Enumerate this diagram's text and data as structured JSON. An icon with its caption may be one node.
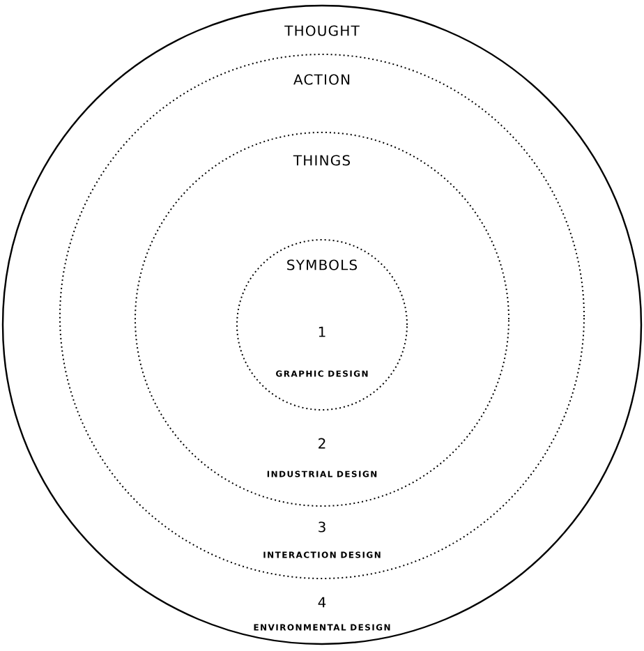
{
  "diagram": {
    "nodes": [
      {
        "text": [
          "THOUGHT",
          "4",
          "ENVIRONMENTAL DESIGN"
        ]
      },
      {
        "text": [
          "ACTION",
          "3",
          "INTERACTION DESIGN"
        ],
        "in": 0
      },
      {
        "text": [
          "THINGS",
          "2",
          "INDUSTRIAL DESIGN"
        ],
        "in": 1
      },
      {
        "text": [
          "SYMBOLS",
          "1",
          "GRAPHIC DESIGN"
        ],
        "in": 2
      }
    ]
  }
}
